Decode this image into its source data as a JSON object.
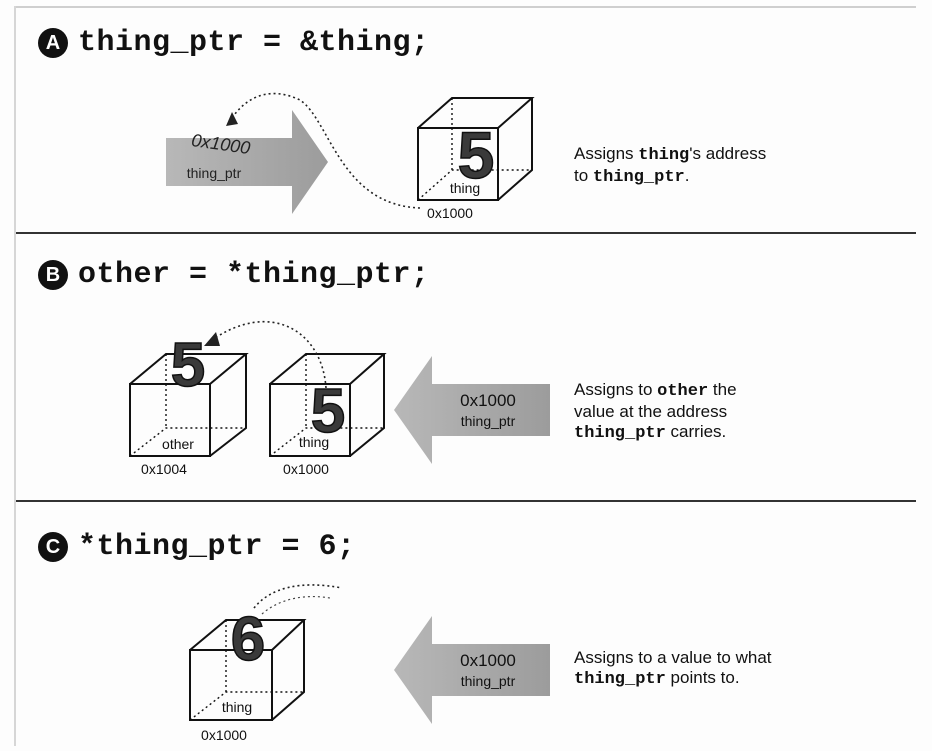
{
  "sections": [
    {
      "badge": "A",
      "code": "thing_ptr = &thing;",
      "arrow": {
        "value": "0x1000",
        "name": "thing_ptr"
      },
      "box": {
        "value": "5",
        "name": "thing",
        "address": "0x1000"
      },
      "description": {
        "pre": "Assigns ",
        "code1": "thing",
        "mid": "'s address",
        "line2_pre": "to ",
        "code2": "thing_ptr",
        "post": "."
      }
    },
    {
      "badge": "B",
      "code": "other = *thing_ptr;",
      "box_other": {
        "value": "5",
        "name": "other",
        "address": "0x1004"
      },
      "box_thing": {
        "value": "5",
        "name": "thing",
        "address": "0x1000"
      },
      "arrow": {
        "value": "0x1000",
        "name": "thing_ptr"
      },
      "description": {
        "pre": "Assigns to ",
        "code1": "other",
        "post": " the",
        "line2": "value at the address",
        "code2": "thing_ptr",
        "line3_post": " carries."
      }
    },
    {
      "badge": "C",
      "code": "*thing_ptr = 6;",
      "box": {
        "value": "6",
        "name": "thing",
        "address": "0x1000"
      },
      "arrow": {
        "value": "0x1000",
        "name": "thing_ptr"
      },
      "description": {
        "line1": "Assigns to a value to what",
        "code": "thing_ptr",
        "line2_post": " points to."
      }
    }
  ],
  "colors": {
    "arrow_fill": "#a9a9a9",
    "digit": "#3a3a3a",
    "ink": "#111111"
  }
}
